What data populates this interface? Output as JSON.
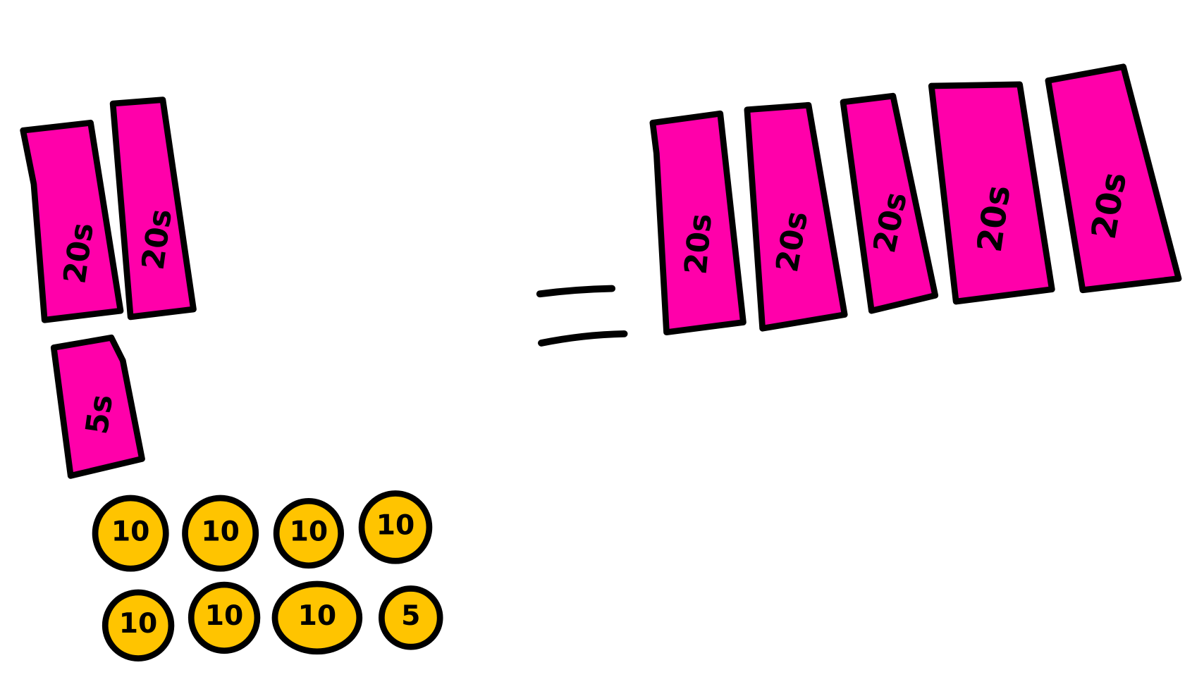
{
  "left_notes": [
    {
      "label": "20s"
    },
    {
      "label": "20s"
    },
    {
      "label": "5s"
    }
  ],
  "coins": [
    {
      "label": "10"
    },
    {
      "label": "10"
    },
    {
      "label": "10"
    },
    {
      "label": "10"
    },
    {
      "label": "10"
    },
    {
      "label": "10"
    },
    {
      "label": "10"
    },
    {
      "label": "5"
    }
  ],
  "right_notes": [
    {
      "label": "20s"
    },
    {
      "label": "20s"
    },
    {
      "label": "20s"
    },
    {
      "label": "20s"
    },
    {
      "label": "20s"
    }
  ],
  "colors": {
    "note": "#ff00aa",
    "coin": "#ffc400",
    "outline": "#000000"
  }
}
